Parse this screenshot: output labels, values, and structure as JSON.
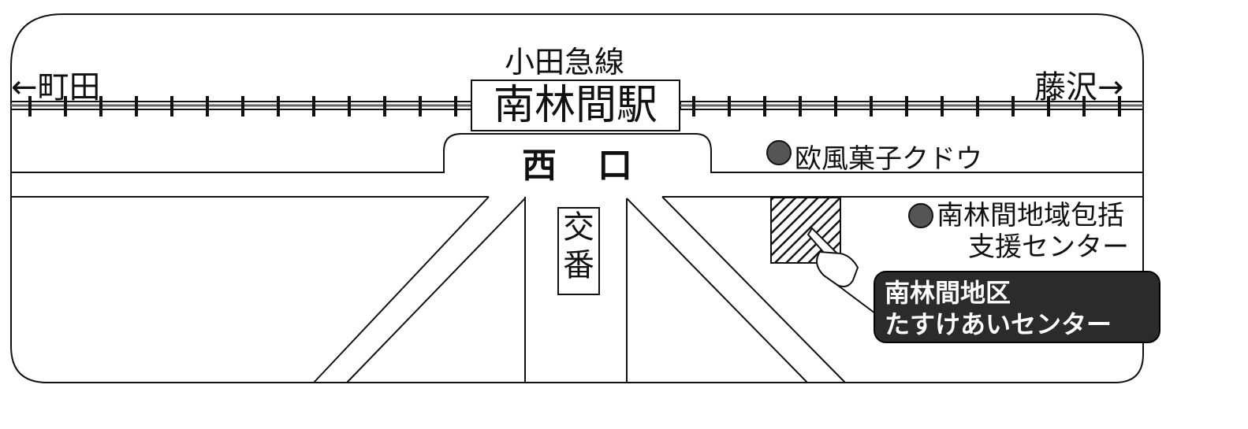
{
  "map": {
    "railway_line": "小田急線",
    "station_name": "南林間駅",
    "station_exit": [
      "西",
      "口"
    ],
    "direction_left": "←町田",
    "direction_right": "藤沢→",
    "police_box": [
      "交",
      "番"
    ],
    "landmarks": [
      {
        "name": "欧風菓子クドウ"
      },
      {
        "name_lines": [
          "南林間地域包括",
          "支援センター"
        ]
      }
    ],
    "destination": {
      "name_lines": [
        "南林間地区",
        "たすけあいセンター"
      ]
    },
    "colors": {
      "ink": "#111111",
      "callout_background": "#2b2b2b",
      "callout_text": "#ffffff",
      "landmark_dot": "#555555"
    }
  }
}
